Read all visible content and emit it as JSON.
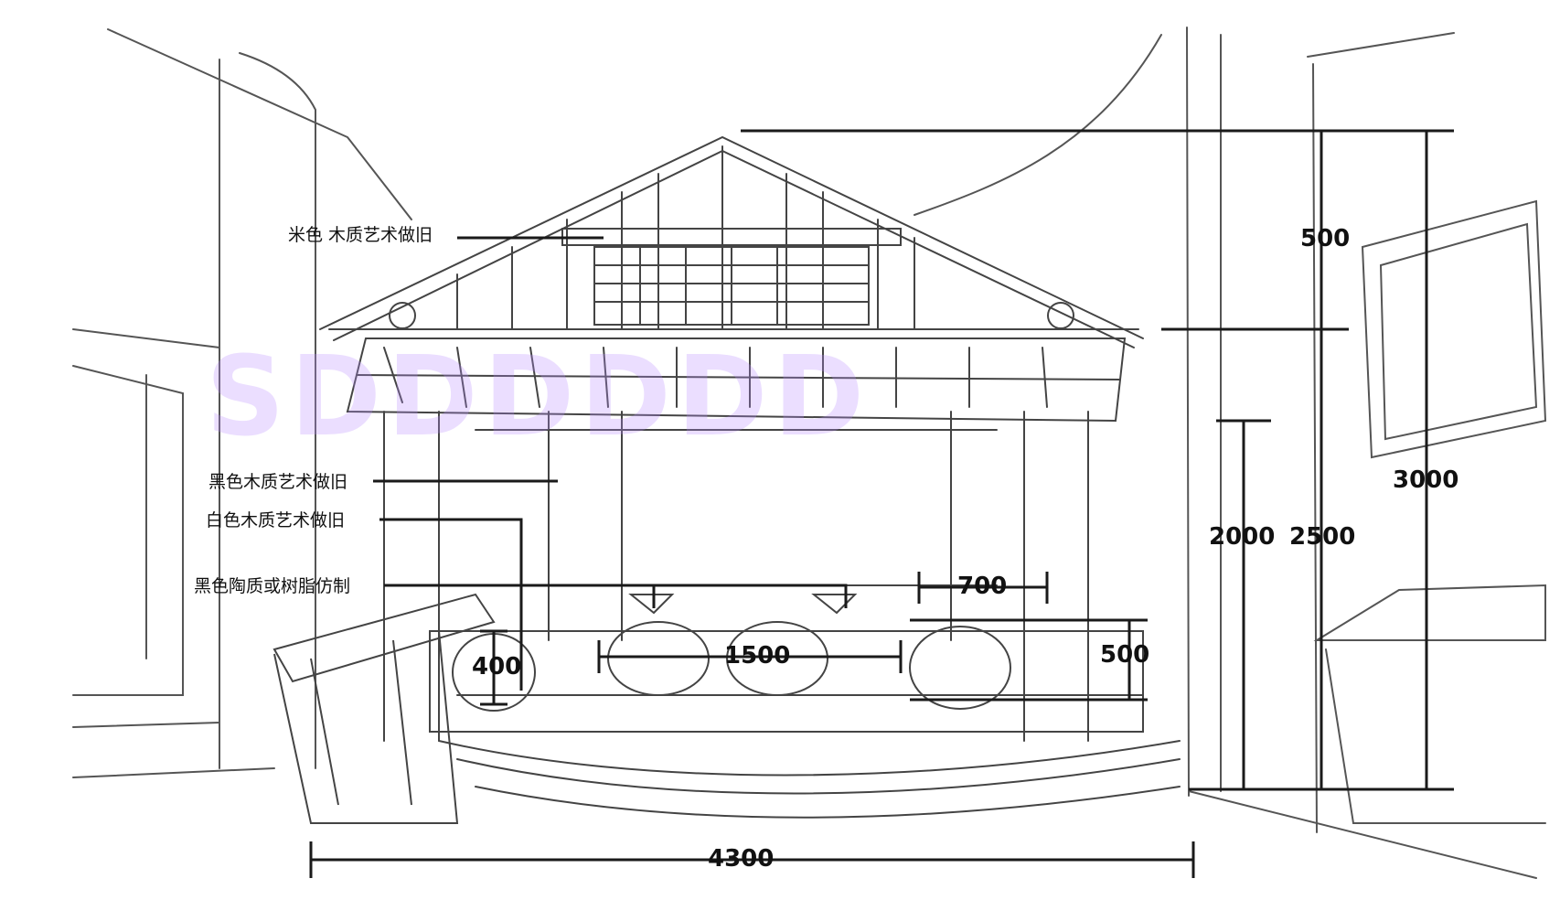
{
  "labels": {
    "beige_wood": "米色 木质艺术做旧",
    "black_wood": "黑色木质艺术做旧",
    "white_wood": "白色木质艺术做旧",
    "black_ceramic": "黑色陶质或树脂仿制"
  },
  "dimensions": {
    "roof_height": "500",
    "total_width": "4300",
    "height_2000": "2000",
    "height_2500": "2500",
    "height_3000": "3000",
    "pot_width": "700",
    "barrel_height": "400",
    "middle_width": "1500",
    "side_height": "500"
  },
  "colors": {
    "line": "#1a1a1a",
    "sketch": "#555555",
    "watermark_purple": "#b98cff",
    "watermark_blue": "#7fb8ff",
    "watermark_green": "#9fe08a",
    "watermark_orange": "#ffb07a",
    "watermark_pink": "#ff8a8a"
  }
}
